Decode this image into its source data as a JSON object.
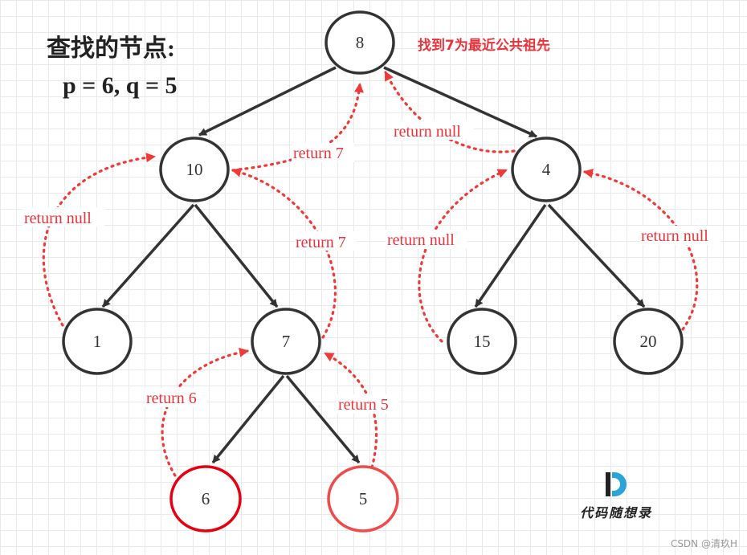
{
  "title": {
    "line1": "查找的节点:",
    "line2": "p = 6, q = 5"
  },
  "result_note": "找到7为最近公共祖先",
  "nodes": [
    {
      "id": "n8",
      "label": "8",
      "highlight": false
    },
    {
      "id": "n10",
      "label": "10",
      "highlight": false
    },
    {
      "id": "n4",
      "label": "4",
      "highlight": false
    },
    {
      "id": "n1",
      "label": "1",
      "highlight": false
    },
    {
      "id": "n7",
      "label": "7",
      "highlight": false
    },
    {
      "id": "n15",
      "label": "15",
      "highlight": false
    },
    {
      "id": "n20",
      "label": "20",
      "highlight": false
    },
    {
      "id": "n6",
      "label": "6",
      "highlight": true
    },
    {
      "id": "n5",
      "label": "5",
      "highlight": true
    }
  ],
  "edges": [
    {
      "from": "n8",
      "to": "n10"
    },
    {
      "from": "n8",
      "to": "n4"
    },
    {
      "from": "n10",
      "to": "n1"
    },
    {
      "from": "n10",
      "to": "n7"
    },
    {
      "from": "n4",
      "to": "n15"
    },
    {
      "from": "n4",
      "to": "n20"
    },
    {
      "from": "n7",
      "to": "n6"
    },
    {
      "from": "n7",
      "to": "n5"
    }
  ],
  "returns": [
    {
      "from": "n1",
      "to": "n10",
      "label": "return null"
    },
    {
      "from": "n7",
      "to": "n10",
      "label": "return 7"
    },
    {
      "from": "n10",
      "to": "n8",
      "label": "return 7"
    },
    {
      "from": "n4",
      "to": "n8",
      "label": "return null"
    },
    {
      "from": "n15",
      "to": "n4",
      "label": "return null"
    },
    {
      "from": "n20",
      "to": "n4",
      "label": "return null"
    },
    {
      "from": "n6",
      "to": "n7",
      "label": "return 6"
    },
    {
      "from": "n5",
      "to": "n7",
      "label": "return 5"
    }
  ],
  "colors": {
    "node_stroke": "#333333",
    "node_highlight": "#e60012",
    "edge": "#333333",
    "return_arrow": "#f03a3a",
    "return_label": "#e8343a"
  },
  "logo": {
    "icon": "dm-logo-icon",
    "text": "代码随想录"
  },
  "watermark": "CSDN @清玖H"
}
